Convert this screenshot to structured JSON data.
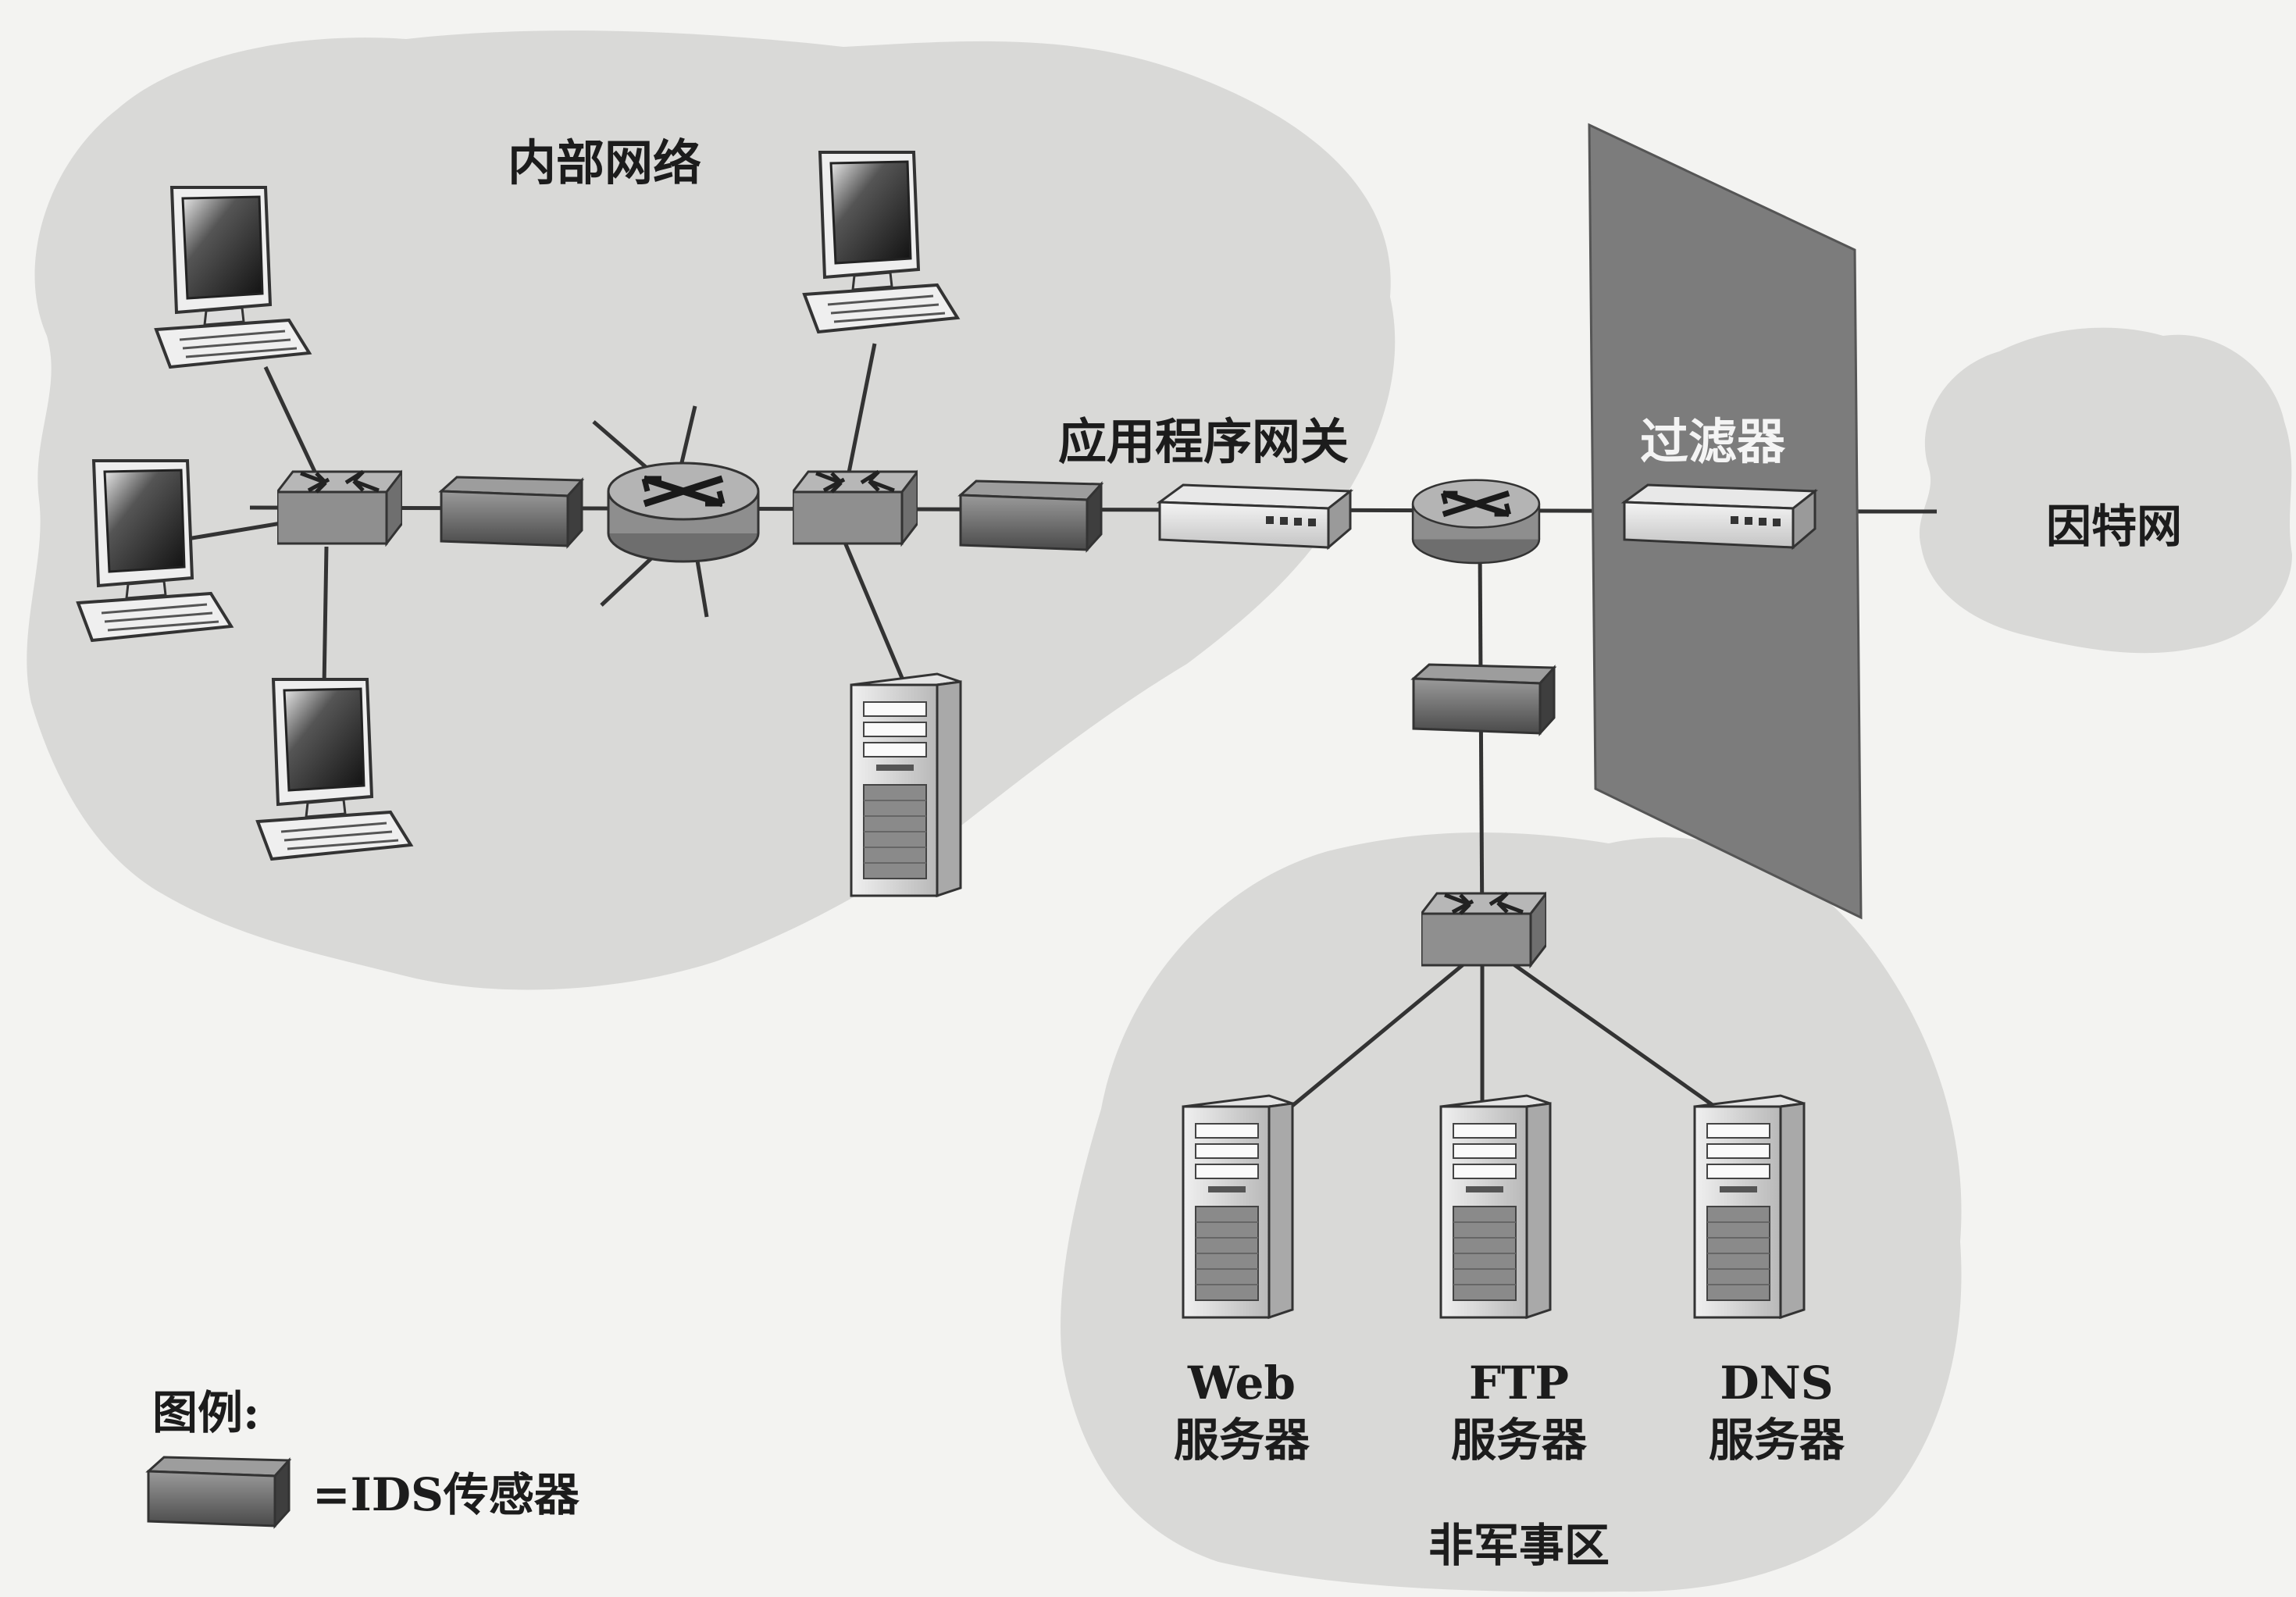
{
  "labels": {
    "internal_network": "内部网络",
    "app_gateway": "应用程序网关",
    "filter": "过滤器",
    "internet": "因特网",
    "web_server": [
      "Web",
      "服务器"
    ],
    "ftp_server": [
      "FTP",
      "服务器"
    ],
    "dns_server": [
      "DNS",
      "服务器"
    ],
    "dmz": "非军事区",
    "legend_title": "图例:",
    "legend_ids": "=IDS传感器"
  },
  "colors": {
    "background": "#f3f3f1",
    "cloud": "#d9d9d7",
    "firewall": "#7c7c7c",
    "ids_sensor": "#6a6a6a",
    "switch": "#9c9c9c",
    "line": "#333333",
    "label_text": "#1c1c1c"
  },
  "icons": {
    "workstation": "desktop-computer-icon",
    "switch": "ethernet-switch-icon",
    "router": "router-icon",
    "ids_sensor": "ids-sensor-icon",
    "server": "tower-server-icon",
    "gateway": "application-gateway-icon",
    "filter": "packet-filter-icon"
  }
}
